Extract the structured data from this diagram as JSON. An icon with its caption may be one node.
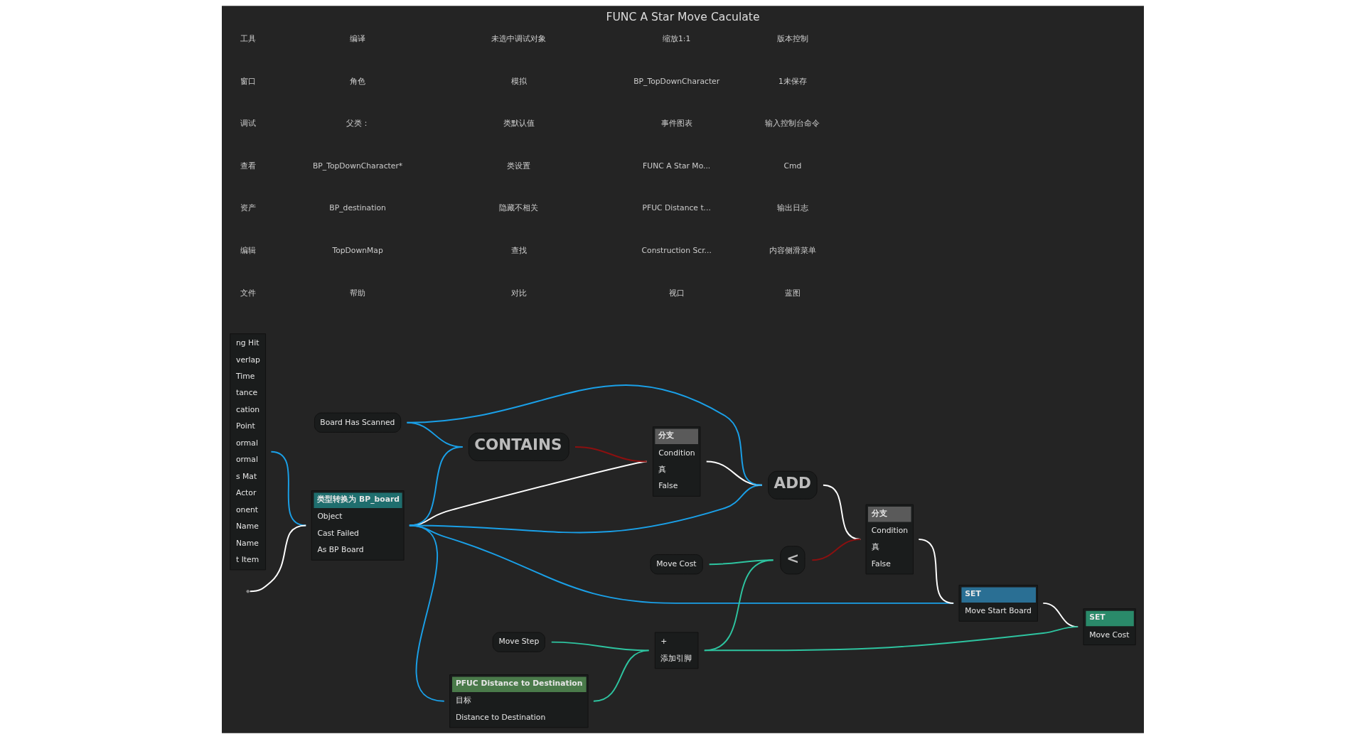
{
  "diagram": {
    "title": "FUNC A Star Move Caculate",
    "nodes": [
      {
        "text": [
          "ng Hit",
          "verlap",
          "Time",
          "tance",
          "cation",
          "Point",
          "ormal",
          "ormal",
          "s Mat",
          "Actor",
          "onent",
          "Name",
          "Name",
          "t Item"
        ]
      },
      {
        "text": [
          "类型转换为 BP_board",
          "Object",
          "Cast Failed",
          "As BP Board"
        ]
      },
      {
        "text": [
          "分支",
          "Condition",
          "真",
          "False"
        ]
      },
      {
        "text": [
          "ADD"
        ]
      },
      {
        "text": [
          "分支",
          "Condition",
          "真",
          "False"
        ]
      },
      {
        "text": [
          "SET",
          "Move Start Board"
        ]
      },
      {
        "text": [
          "SET",
          "Move Cost"
        ]
      },
      {
        "text": [
          "Board Has Scanned"
        ]
      },
      {
        "text": [
          "CONTAINS"
        ]
      },
      {
        "text": [
          "PFUC Distance to Destination",
          "目标",
          "Distance to Destination"
        ]
      },
      {
        "text": [
          "+",
          "添加引脚"
        ]
      },
      {
        "text": [
          "<"
        ]
      },
      {
        "text": [
          "Move Step"
        ]
      },
      {
        "text": [
          "Move Cost"
        ]
      }
    ],
    "edges": [
      {
        "from": null,
        "to": 1,
        "arrow": "none",
        "color": "#ffffff"
      },
      {
        "from": 1,
        "to": 2,
        "arrow": "none",
        "color": "#ffffff"
      },
      {
        "from": 2,
        "to": 3,
        "arrow": "none",
        "color": "#ffffff"
      },
      {
        "from": 3,
        "to": 4,
        "arrow": "none",
        "color": "#ffffff"
      },
      {
        "from": 4,
        "to": 5,
        "arrow": "none",
        "color": "#ffffff"
      },
      {
        "from": 5,
        "to": 6,
        "arrow": "none",
        "color": "#ffffff"
      },
      {
        "from": 0,
        "to": 1,
        "arrow": "none"
      },
      {
        "from": 1,
        "to": 3,
        "arrow": "none"
      },
      {
        "from": 1,
        "to": 5,
        "arrow": "none"
      },
      {
        "from": 1,
        "to": 8,
        "arrow": "none"
      },
      {
        "from": 1,
        "to": 9,
        "arrow": "none"
      },
      {
        "from": 7,
        "to": 3,
        "arrow": "none"
      },
      {
        "from": 7,
        "to": 8,
        "arrow": "none"
      },
      {
        "from": 8,
        "to": 2,
        "arrow": "none",
        "color": "#8b1010"
      },
      {
        "from": 9,
        "to": 10,
        "arrow": "none",
        "color": "#2ec4a0"
      },
      {
        "from": 12,
        "to": 10,
        "arrow": "none",
        "color": "#2ec4a0"
      },
      {
        "from": 10,
        "to": 11,
        "arrow": "none",
        "color": "#2ec4a0"
      },
      {
        "from": 10,
        "to": 6,
        "arrow": "none",
        "color": "#2ec4a0"
      },
      {
        "from": 13,
        "to": 11,
        "arrow": "none",
        "color": "#2ec4a0"
      },
      {
        "from": 11,
        "to": 4,
        "arrow": "none",
        "color": "#8b1010"
      }
    ],
    "labels": [
      "文件",
      "编辑",
      "资产",
      "查看",
      "调试",
      "窗口",
      "工具",
      "帮助",
      "TopDownMap",
      "BP_destination",
      "BP_TopDownCharacter*",
      "父类：",
      "角色",
      "编译",
      "对比",
      "查找",
      "隐藏不相关",
      "类设置",
      "类默认值",
      "模拟",
      "未选中调试对象",
      "视口",
      "Construction Scr...",
      "PFUC Distance t...",
      "FUNC A Star Mo...",
      "事件图表",
      "BP_TopDownCharacter",
      "缩放1:1",
      "蓝图",
      "内容侧滑菜单",
      "输出日志",
      "Cmd",
      "输入控制台命令",
      "1未保存",
      "版本控制"
    ]
  }
}
